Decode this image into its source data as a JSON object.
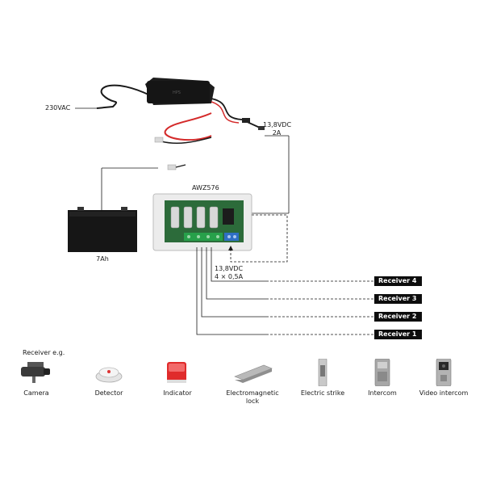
{
  "labels": {
    "mains": "230VAC",
    "psu_out_voltage": "13,8VDC",
    "psu_out_current": "2A",
    "module_name": "AWZ576",
    "battery": "7Ah",
    "outputs_voltage": "13,8VDC",
    "outputs_current": "4 × 0,5A",
    "receiver_eg": "Receiver e.g."
  },
  "receivers": [
    {
      "label": "Receiver 4"
    },
    {
      "label": "Receiver 3"
    },
    {
      "label": "Receiver 2"
    },
    {
      "label": "Receiver 1"
    }
  ],
  "devices": [
    {
      "label": "Camera",
      "icon": "camera-icon"
    },
    {
      "label": "Detector",
      "icon": "smoke-detector-icon"
    },
    {
      "label": "Indicator",
      "icon": "indicator-icon"
    },
    {
      "label": "Electromagnetic lock",
      "icon": "electromagnetic-lock-icon"
    },
    {
      "label": "Electric strike",
      "icon": "electric-strike-icon"
    },
    {
      "label": "Intercom",
      "icon": "intercom-icon"
    },
    {
      "label": "Video intercom",
      "icon": "video-intercom-icon"
    }
  ],
  "colors": {
    "wire": "#1a1a1a",
    "red_wire": "#d42a2a",
    "board": "#2c6b3a",
    "terminal_green": "#27a04a",
    "terminal_blue": "#2f6fc4",
    "case": "#ececec",
    "receiver_bg": "#0d0d0d"
  }
}
